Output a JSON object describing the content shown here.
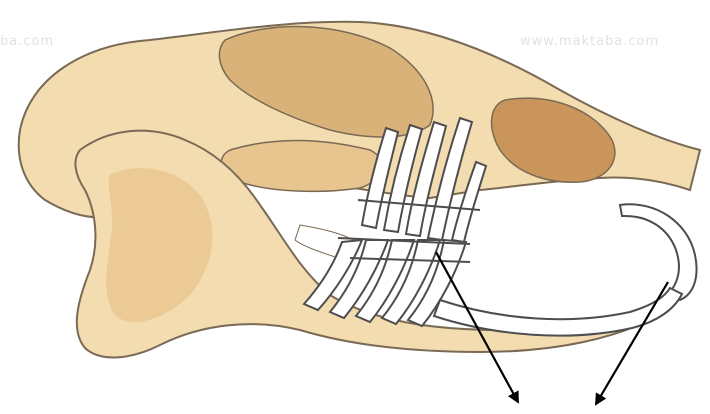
{
  "image": {
    "subject": "rodent-skull-side-view",
    "colors": {
      "bone": "#f3ddb0",
      "bone_shade": "#d9b27a",
      "orbit": "#c9955a",
      "outline": "#7a6a55",
      "teeth": "#ffffff",
      "teeth_outline": "#4d4d4d",
      "arrow": "#000000",
      "watermark": "#c9c9c9"
    }
  },
  "watermark": {
    "site": "www.maktaba.com",
    "site_partial_left": "ba.com"
  },
  "annotations": {
    "arrows": [
      {
        "target": "molar-teeth"
      },
      {
        "target": "incisor-tooth"
      }
    ]
  }
}
